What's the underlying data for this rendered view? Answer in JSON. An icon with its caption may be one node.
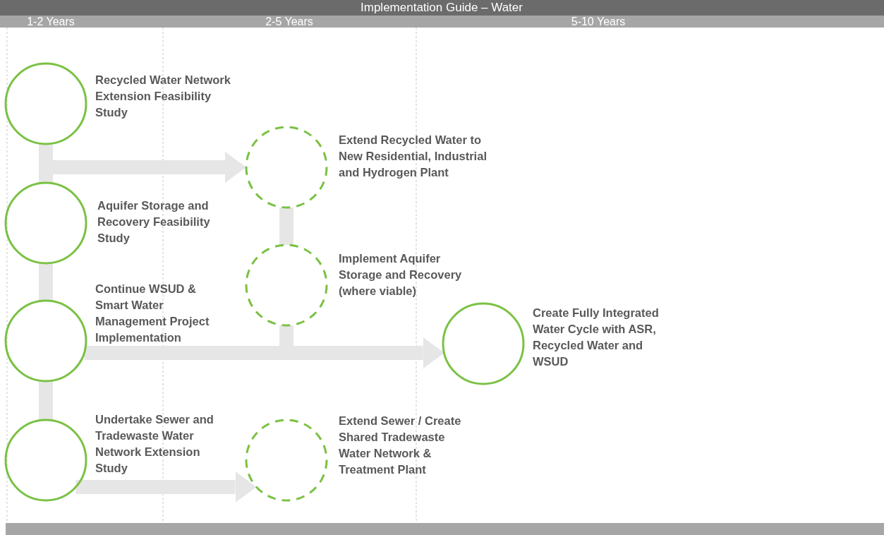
{
  "diagram": {
    "title": "Implementation Guide – Water",
    "nodes": [
      {
        "text": [],
        "shape": "circle",
        "beside": [
          "Recycled Water Network Extension Feasibility Study"
        ]
      },
      {
        "text": [],
        "shape": "circle",
        "beside": [
          "Aquifer Storage and Recovery Feasibility Study"
        ]
      },
      {
        "text": [],
        "shape": "circle",
        "beside": [
          "Continue WSUD & Smart Water Management Project Implementation"
        ]
      },
      {
        "text": [],
        "shape": "circle",
        "beside": [
          "Undertake Sewer and Tradewaste Water Network Extension Study"
        ]
      },
      {
        "text": [],
        "shape": "circle",
        "beside": [
          "Extend Recycled Water to New Residential, Industrial and Hydrogen Plant"
        ]
      },
      {
        "text": [],
        "shape": "circle",
        "beside": [
          "Implement Aquifer Storage and Recovery (where viable)"
        ]
      },
      {
        "text": [],
        "shape": "circle",
        "beside": [
          "Extend Sewer / Create Shared Tradewaste Water Network & Treatment Plant"
        ]
      },
      {
        "text": [],
        "shape": "circle",
        "beside": [
          "Create Fully Integrated Water Cycle with ASR, Recycled Water and WSUD"
        ]
      }
    ],
    "edges": [
      {
        "from": 0,
        "to": 1,
        "arrow": "none"
      },
      {
        "from": 1,
        "to": 2,
        "arrow": "none"
      },
      {
        "from": 2,
        "to": 3,
        "arrow": "none"
      },
      {
        "from": 0,
        "to": 4,
        "arrow": "to"
      },
      {
        "from": 4,
        "to": 5,
        "arrow": "none"
      },
      {
        "from": 2,
        "to": 7,
        "arrow": "to"
      },
      {
        "from": 5,
        "to": 7,
        "arrow": "to"
      },
      {
        "from": 3,
        "to": 6,
        "arrow": "to"
      }
    ],
    "labels": [
      "1-2 Years",
      "2-5 Years",
      "5-10 Years"
    ]
  }
}
